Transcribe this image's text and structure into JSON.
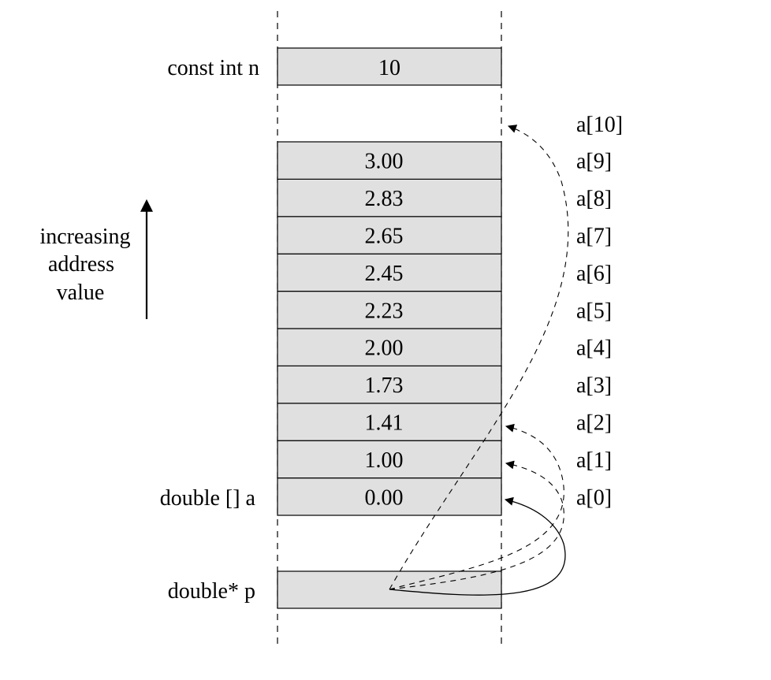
{
  "variables": {
    "n": {
      "label": "const int n",
      "value": "10"
    },
    "a": {
      "label": "double [] a"
    },
    "p": {
      "label": "double* p",
      "value": ""
    }
  },
  "array": {
    "cells": [
      {
        "index_label": "a[0]",
        "value": "0.00"
      },
      {
        "index_label": "a[1]",
        "value": "1.00"
      },
      {
        "index_label": "a[2]",
        "value": "1.41"
      },
      {
        "index_label": "a[3]",
        "value": "1.73"
      },
      {
        "index_label": "a[4]",
        "value": "2.00"
      },
      {
        "index_label": "a[5]",
        "value": "2.23"
      },
      {
        "index_label": "a[6]",
        "value": "2.45"
      },
      {
        "index_label": "a[7]",
        "value": "2.65"
      },
      {
        "index_label": "a[8]",
        "value": "2.83"
      },
      {
        "index_label": "a[9]",
        "value": "3.00"
      }
    ],
    "past_end_label": "a[10]"
  },
  "address_note": {
    "lines": [
      "increasing",
      "address",
      "value"
    ],
    "direction": "up"
  },
  "pointer_arrows": [
    {
      "target": "a[0]",
      "style": "solid"
    },
    {
      "target": "a[1]",
      "style": "dashed"
    },
    {
      "target": "a[2]",
      "style": "dashed"
    },
    {
      "target": "a[10]",
      "style": "dashed"
    }
  ],
  "colors": {
    "cell_fill": "#e0e0e0",
    "line": "#000000"
  }
}
